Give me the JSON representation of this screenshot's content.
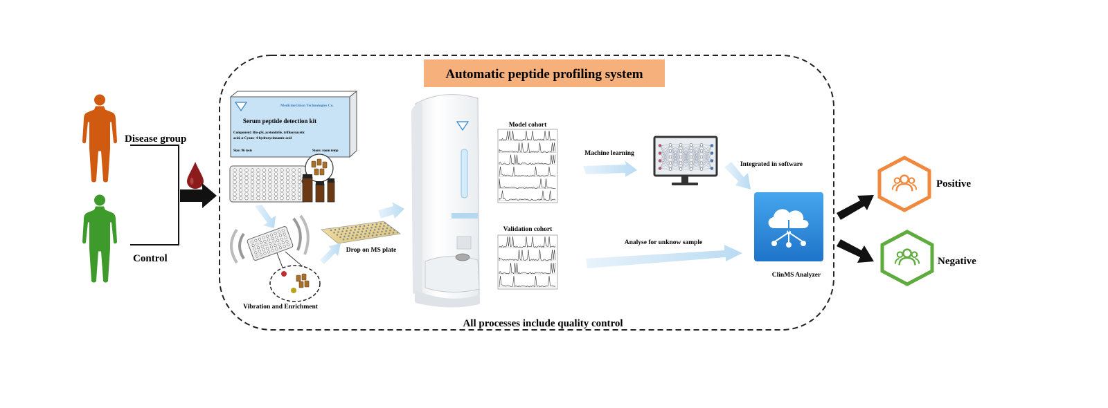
{
  "title": "Automatic peptide profiling system",
  "footer": "All processes include quality control",
  "groups": {
    "disease": "Disease group",
    "control": "Control"
  },
  "kit": {
    "brand": "MedicineUnion Technologies Co.",
    "name": "Serum peptide detection kit",
    "components_line1": "Component:  Bio-gSi, acetonitrile, trifluoroacetic",
    "components_line2": "acid, α-Cyano- 4-hydroxycinnamic acid",
    "size": "Size:  96 tests",
    "store": "Store:  room temp"
  },
  "steps": {
    "vibration": "Vibration and Enrichment",
    "drop": "Drop on MS plate",
    "model_cohort": "Model cohort",
    "validation_cohort": "Validation cohort",
    "machine_learning": "Machine learning",
    "integrated": "Integrated in software",
    "analyse": "Analyse for unknow sample",
    "analyzer": "ClinMS Analyzer"
  },
  "results": {
    "positive": "Positive",
    "negative": "Negative"
  },
  "colors": {
    "disease_figure": "#cf5a10",
    "control_figure": "#3f9a2c",
    "title_bg": "#f6b07c",
    "positive": "#f0883e",
    "negative": "#5eab3e",
    "analyzer": "#2b8ce0",
    "arrow_light": "#cfe6f7"
  },
  "icons": [
    "human-figure-icon",
    "blood-drop-icon",
    "users-icon",
    "cloud-network-icon",
    "neural-network-icon",
    "ms-instrument-icon"
  ]
}
